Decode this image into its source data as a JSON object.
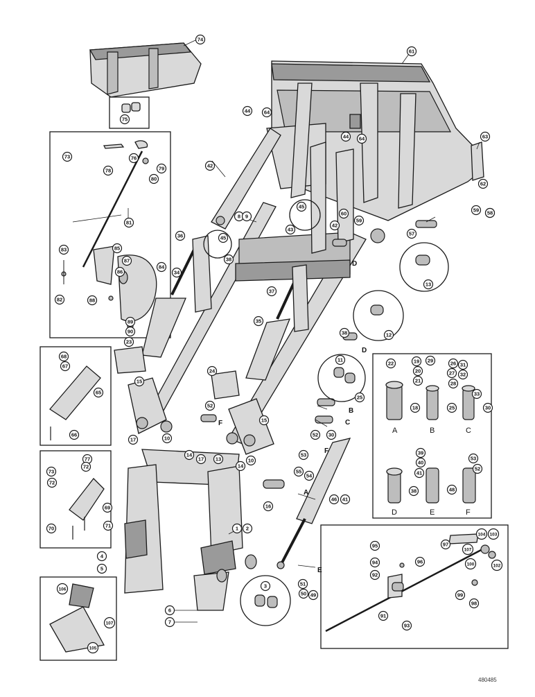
{
  "drawing_number": "480485",
  "callouts": [
    {
      "id": "c74",
      "label": "74"
    },
    {
      "id": "c75",
      "label": "75"
    },
    {
      "id": "c61",
      "label": "61"
    },
    {
      "id": "c44a",
      "label": "44"
    },
    {
      "id": "c64a",
      "label": "64"
    },
    {
      "id": "c44b",
      "label": "44"
    },
    {
      "id": "c64b",
      "label": "64"
    },
    {
      "id": "c63",
      "label": "63"
    },
    {
      "id": "c62",
      "label": "62"
    },
    {
      "id": "c42a",
      "label": "42"
    },
    {
      "id": "c8",
      "label": "8"
    },
    {
      "id": "c9",
      "label": "9"
    },
    {
      "id": "c45a",
      "label": "45"
    },
    {
      "id": "c43",
      "label": "43"
    },
    {
      "id": "c60",
      "label": "60"
    },
    {
      "id": "c59",
      "label": "59"
    },
    {
      "id": "c42b",
      "label": "42"
    },
    {
      "id": "c58a",
      "label": "58"
    },
    {
      "id": "c57",
      "label": "57"
    },
    {
      "id": "c59b",
      "label": "59"
    },
    {
      "id": "c58b",
      "label": "58"
    },
    {
      "id": "c13a",
      "label": "13"
    },
    {
      "id": "c36",
      "label": "36"
    },
    {
      "id": "c45b",
      "label": "45"
    },
    {
      "id": "c38a",
      "label": "38"
    },
    {
      "id": "c34",
      "label": "34"
    },
    {
      "id": "c37",
      "label": "37"
    },
    {
      "id": "c12",
      "label": "12"
    },
    {
      "id": "c35",
      "label": "35"
    },
    {
      "id": "c38b",
      "label": "38"
    },
    {
      "id": "c23",
      "label": "23"
    },
    {
      "id": "c15a",
      "label": "15"
    },
    {
      "id": "c24",
      "label": "24"
    },
    {
      "id": "c11",
      "label": "11"
    },
    {
      "id": "c25",
      "label": "25"
    },
    {
      "id": "c52a",
      "label": "52"
    },
    {
      "id": "c15b",
      "label": "15"
    },
    {
      "id": "c30a",
      "label": "30"
    },
    {
      "id": "c17a",
      "label": "17"
    },
    {
      "id": "c10a",
      "label": "10"
    },
    {
      "id": "c14a",
      "label": "14"
    },
    {
      "id": "c17b",
      "label": "17"
    },
    {
      "id": "c13b",
      "label": "13"
    },
    {
      "id": "c10b",
      "label": "10"
    },
    {
      "id": "c14b",
      "label": "14"
    },
    {
      "id": "c52b",
      "label": "52"
    },
    {
      "id": "c53",
      "label": "53"
    },
    {
      "id": "c55",
      "label": "55"
    },
    {
      "id": "c54",
      "label": "54"
    },
    {
      "id": "c16",
      "label": "16"
    },
    {
      "id": "c46",
      "label": "46"
    },
    {
      "id": "c41",
      "label": "41"
    },
    {
      "id": "c1",
      "label": "1"
    },
    {
      "id": "c2",
      "label": "2"
    },
    {
      "id": "c4",
      "label": "4"
    },
    {
      "id": "c5",
      "label": "5"
    },
    {
      "id": "c3",
      "label": "3"
    },
    {
      "id": "c6",
      "label": "6"
    },
    {
      "id": "c7",
      "label": "7"
    },
    {
      "id": "c51",
      "label": "51"
    },
    {
      "id": "c50",
      "label": "50"
    },
    {
      "id": "c49",
      "label": "49"
    },
    {
      "id": "c73",
      "label": "73"
    },
    {
      "id": "c78",
      "label": "78"
    },
    {
      "id": "c76",
      "label": "76"
    },
    {
      "id": "c79",
      "label": "79"
    },
    {
      "id": "c80",
      "label": "80"
    },
    {
      "id": "c81",
      "label": "81"
    },
    {
      "id": "c83",
      "label": "83"
    },
    {
      "id": "c82",
      "label": "82"
    },
    {
      "id": "c85",
      "label": "85"
    },
    {
      "id": "c86",
      "label": "86"
    },
    {
      "id": "c87",
      "label": "87"
    },
    {
      "id": "c84",
      "label": "84"
    },
    {
      "id": "c88",
      "label": "88"
    },
    {
      "id": "c89",
      "label": "89"
    },
    {
      "id": "c90",
      "label": "90"
    },
    {
      "id": "c68",
      "label": "68"
    },
    {
      "id": "c67",
      "label": "67"
    },
    {
      "id": "c65",
      "label": "65"
    },
    {
      "id": "c66",
      "label": "66"
    },
    {
      "id": "c77a",
      "label": "77"
    },
    {
      "id": "c72a",
      "label": "72"
    },
    {
      "id": "c73b",
      "label": "73"
    },
    {
      "id": "c72b",
      "label": "72"
    },
    {
      "id": "c69",
      "label": "69"
    },
    {
      "id": "c70",
      "label": "70"
    },
    {
      "id": "c71",
      "label": "71"
    },
    {
      "id": "c106",
      "label": "106"
    },
    {
      "id": "c107b",
      "label": "107"
    },
    {
      "id": "c105",
      "label": "105"
    },
    {
      "id": "c22",
      "label": "22"
    },
    {
      "id": "c19",
      "label": "19"
    },
    {
      "id": "c20",
      "label": "20"
    },
    {
      "id": "c21",
      "label": "21"
    },
    {
      "id": "c29",
      "label": "29"
    },
    {
      "id": "c27",
      "label": "27"
    },
    {
      "id": "c28",
      "label": "28"
    },
    {
      "id": "c26",
      "label": "26"
    },
    {
      "id": "c31",
      "label": "31"
    },
    {
      "id": "c32",
      "label": "32"
    },
    {
      "id": "c33",
      "label": "33"
    },
    {
      "id": "c18a",
      "label": "18"
    },
    {
      "id": "c25b",
      "label": "25"
    },
    {
      "id": "c30b",
      "label": "30"
    },
    {
      "id": "c39",
      "label": "39"
    },
    {
      "id": "c40",
      "label": "40"
    },
    {
      "id": "c41b",
      "label": "41"
    },
    {
      "id": "c38c",
      "label": "38"
    },
    {
      "id": "c48",
      "label": "48"
    },
    {
      "id": "c53b",
      "label": "53"
    },
    {
      "id": "c52c",
      "label": "52"
    },
    {
      "id": "c95",
      "label": "95"
    },
    {
      "id": "c94",
      "label": "94"
    },
    {
      "id": "c92",
      "label": "92"
    },
    {
      "id": "c96",
      "label": "96"
    },
    {
      "id": "c97",
      "label": "97"
    },
    {
      "id": "c107",
      "label": "107"
    },
    {
      "id": "c104",
      "label": "104"
    },
    {
      "id": "c103",
      "label": "103"
    },
    {
      "id": "c100",
      "label": "100"
    },
    {
      "id": "c102",
      "label": "102"
    },
    {
      "id": "c99",
      "label": "99"
    },
    {
      "id": "c98",
      "label": "98"
    },
    {
      "id": "c91",
      "label": "91"
    },
    {
      "id": "c93",
      "label": "93"
    }
  ],
  "letters": [
    "A",
    "B",
    "C",
    "D",
    "E",
    "F"
  ],
  "sub_letters": [
    "A",
    "B",
    "C",
    "D",
    "E",
    "F"
  ]
}
